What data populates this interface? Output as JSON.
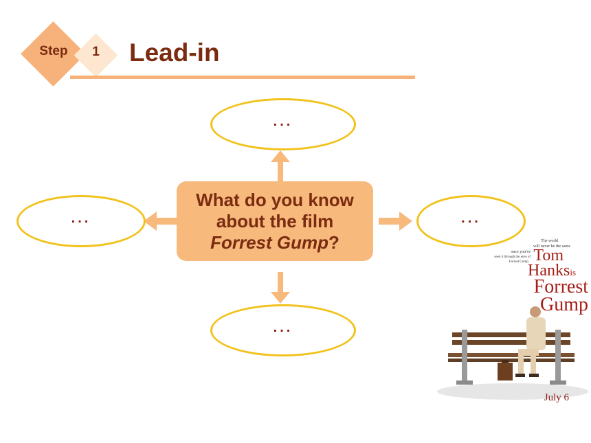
{
  "header": {
    "step_label": "Step",
    "step_number": "1",
    "title": "Lead-in"
  },
  "diagram": {
    "center": {
      "line1": "What do you know",
      "line2": "about the film",
      "film_title": "Forrest Gump",
      "suffix": "?"
    },
    "bubbles": {
      "top": "...",
      "bottom": "...",
      "left": "...",
      "right": "..."
    }
  },
  "poster": {
    "tagline_1": "The world",
    "tagline_2": "will never be the same",
    "tagline_3": "once you've",
    "tagline_4": "seen it through the eyes of",
    "tagline_5": "Forrest Gump.",
    "actor_first": "Tom",
    "actor_last": "Hanks",
    "actor_is": "is",
    "film_word_1": "Forrest",
    "film_word_2": "Gump",
    "release_date": "July 6"
  },
  "colors": {
    "accent_orange": "#f6b27a",
    "pale_orange": "#fde7d0",
    "ellipse_border": "#f2c21c",
    "dark_red_text": "#7a2b10",
    "poster_red": "#a61c16"
  }
}
